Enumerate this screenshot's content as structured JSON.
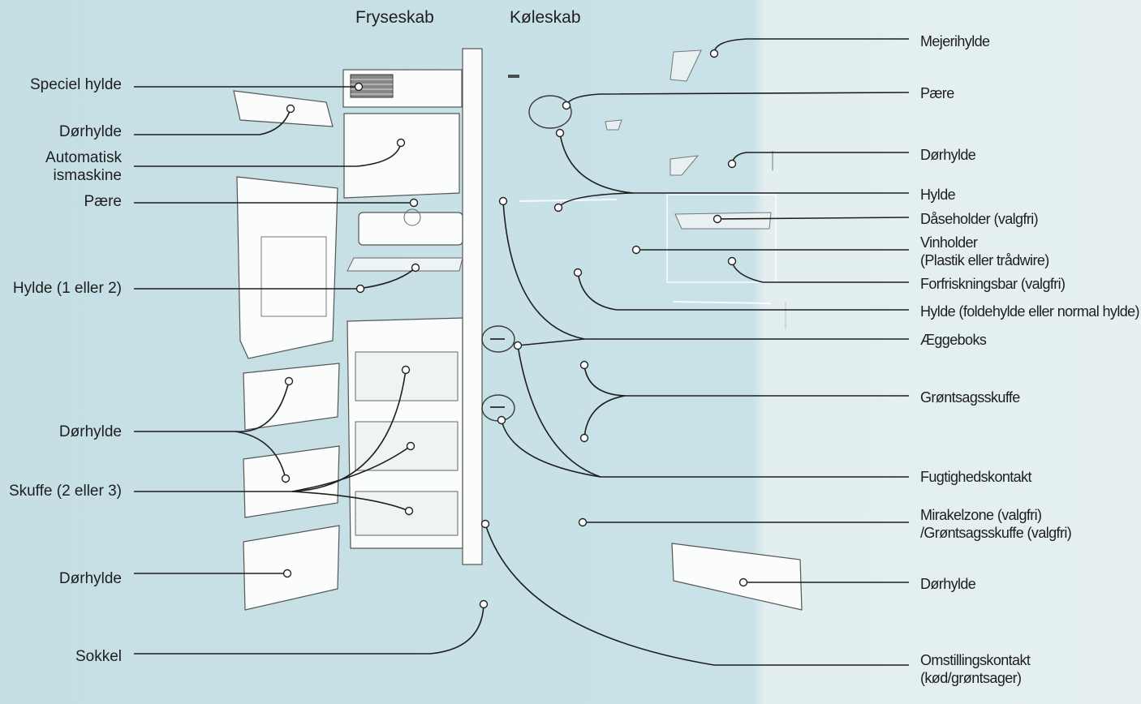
{
  "headers": {
    "freezer": "Fryseskab",
    "fridge": "Køleskab"
  },
  "colors": {
    "background_left": "#c6e0e6",
    "background_right": "#e4eff1",
    "line": "#1e1e1e"
  },
  "left_labels": {
    "special_shelf": "Speciel hylde",
    "door_shelf_1": "Dørhylde",
    "ice_maker": "Automatisk\nismaskine",
    "bulb": "Pære",
    "shelf": "Hylde (1 eller 2)",
    "door_shelf_2": "Dørhylde",
    "drawer": "Skuffe (2 eller 3)",
    "door_shelf_3": "Dørhylde",
    "base": "Sokkel"
  },
  "right_labels": {
    "dairy_shelf": "Mejerihylde",
    "bulb": "Pære",
    "door_shelf_1": "Dørhylde",
    "shelf": "Hylde",
    "can_holder": "Dåseholder (valgfri)",
    "wine_holder": "Vinholder\n(Plastik eller trådwire)",
    "refresh_bar": "Forfriskningsbar (valgfri)",
    "shelf_folding": "Hylde (foldehylde eller normal hylde)",
    "egg_box": "Æggeboks",
    "vegetable_drawer": "Grøntsagsskuffe",
    "humidity_switch": "Fugtighedskontakt",
    "miracle_zone": "Mirakelzone (valgfri)\n/Grøntsagsskuffe (valgfri)",
    "door_shelf_2": "Dørhylde",
    "switch_meat_veg": "Omstillingskontakt\n(kød/grøntsager)"
  }
}
